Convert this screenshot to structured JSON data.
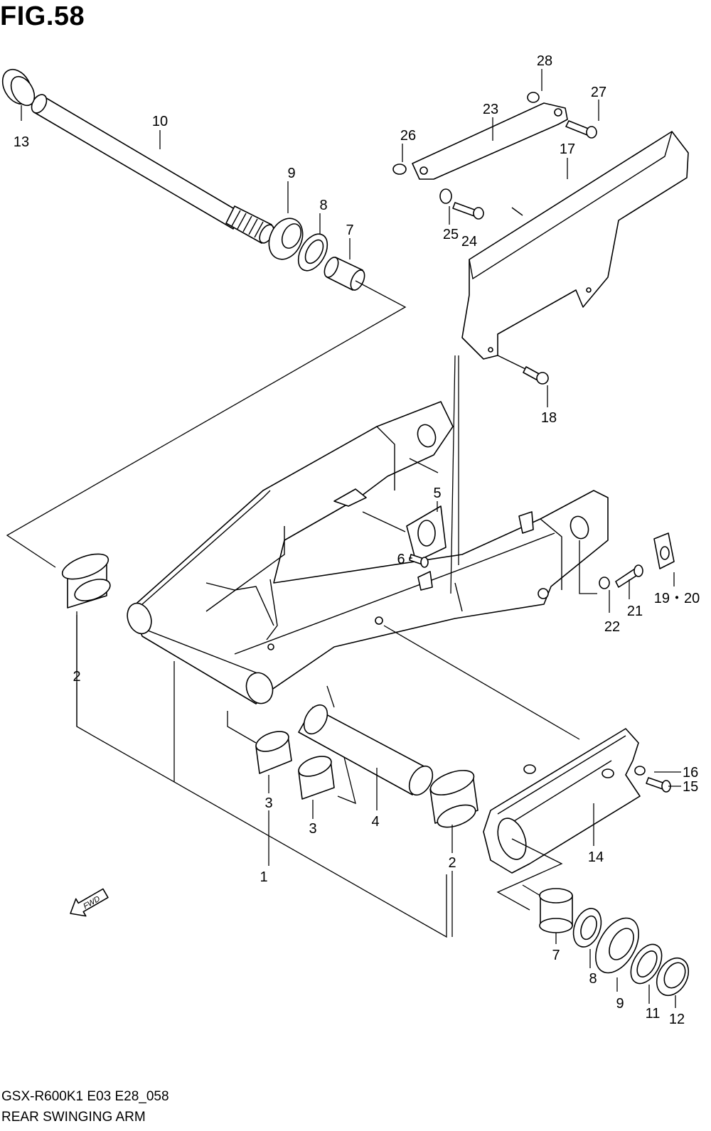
{
  "figure": {
    "title": "FIG.58"
  },
  "footer": {
    "model_code": "GSX-R600K1 E03 E28_058",
    "caption": "REAR SWINGING ARM"
  },
  "direction_arrow": {
    "text": "FWD",
    "icon": "fwd-arrow-icon"
  },
  "parts": [
    {
      "id": "p1",
      "label": "1"
    },
    {
      "id": "p2a",
      "label": "2"
    },
    {
      "id": "p2b",
      "label": "2"
    },
    {
      "id": "p3a",
      "label": "3"
    },
    {
      "id": "p3b",
      "label": "3"
    },
    {
      "id": "p4",
      "label": "4"
    },
    {
      "id": "p5",
      "label": "5"
    },
    {
      "id": "p6",
      "label": "6"
    },
    {
      "id": "p7a",
      "label": "7"
    },
    {
      "id": "p7b",
      "label": "7"
    },
    {
      "id": "p8a",
      "label": "8"
    },
    {
      "id": "p8b",
      "label": "8"
    },
    {
      "id": "p9a",
      "label": "9"
    },
    {
      "id": "p9b",
      "label": "9"
    },
    {
      "id": "p10",
      "label": "10"
    },
    {
      "id": "p11",
      "label": "11"
    },
    {
      "id": "p12",
      "label": "12"
    },
    {
      "id": "p13",
      "label": "13"
    },
    {
      "id": "p14",
      "label": "14"
    },
    {
      "id": "p15",
      "label": "15"
    },
    {
      "id": "p16",
      "label": "16"
    },
    {
      "id": "p17",
      "label": "17"
    },
    {
      "id": "p18",
      "label": "18"
    },
    {
      "id": "p1920",
      "label": "19・20"
    },
    {
      "id": "p21",
      "label": "21"
    },
    {
      "id": "p22",
      "label": "22"
    },
    {
      "id": "p23",
      "label": "23"
    },
    {
      "id": "p24",
      "label": "24"
    },
    {
      "id": "p25",
      "label": "25"
    },
    {
      "id": "p26",
      "label": "26"
    },
    {
      "id": "p27",
      "label": "27"
    },
    {
      "id": "p28",
      "label": "28"
    }
  ]
}
